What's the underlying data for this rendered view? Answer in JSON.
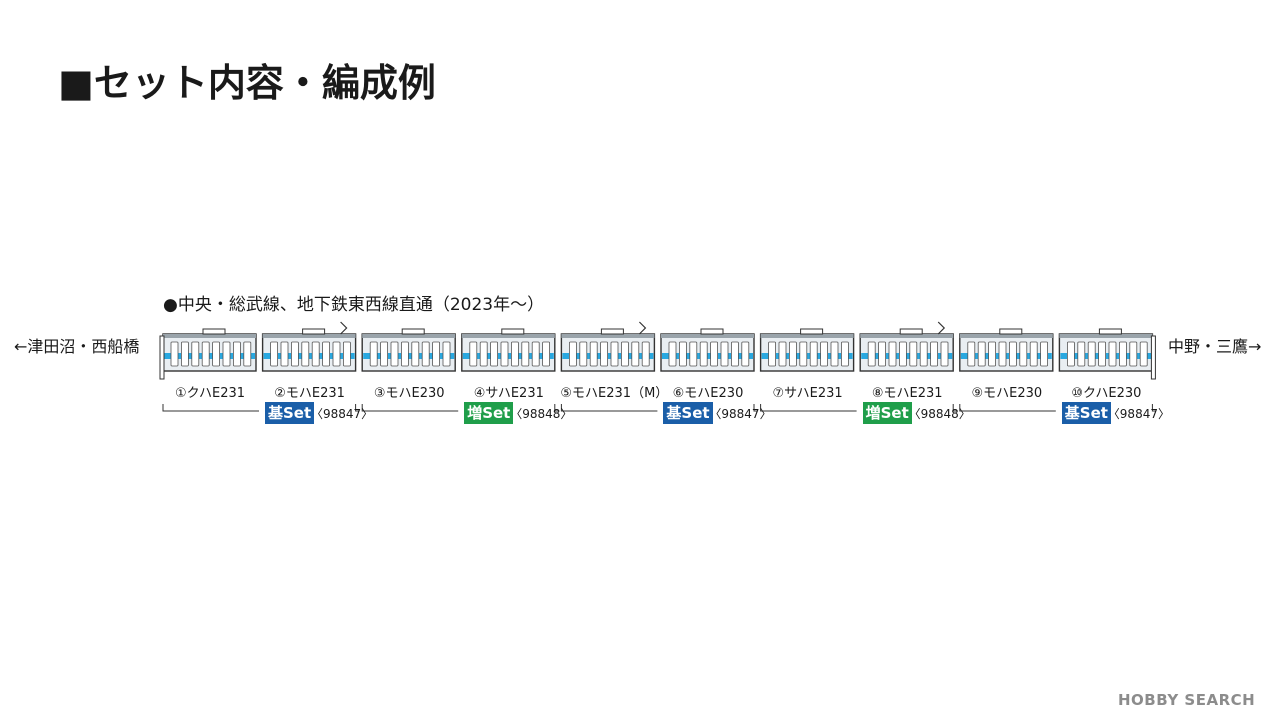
{
  "title": "■セット内容・編成例",
  "route_title": "●中央・総武線、地下鉄東西線直通（2023年～）",
  "direction_left": "←津田沼・西船橋",
  "direction_right": "中野・三鷹→",
  "colors": {
    "car_stripe": "#29a8e0",
    "car_body": "#e9eef2",
    "base_set_badge": "#1a5ea8",
    "add_set_badge": "#1f9e4a",
    "outline": "#333333"
  },
  "cars": [
    {
      "label": "①クハE231",
      "pantograph": false
    },
    {
      "label": "②モハE231",
      "pantograph": true
    },
    {
      "label": "③モハE230",
      "pantograph": false
    },
    {
      "label": "④サハE231",
      "pantograph": false
    },
    {
      "label": "⑤モハE231（M）",
      "pantograph": true
    },
    {
      "label": "⑥モハE230",
      "pantograph": false
    },
    {
      "label": "⑦サハE231",
      "pantograph": false
    },
    {
      "label": "⑧モハE231",
      "pantograph": true
    },
    {
      "label": "⑨モハE230",
      "pantograph": false
    },
    {
      "label": "⑩クハE230",
      "pantograph": false
    }
  ],
  "sets": [
    {
      "badge": "基Set",
      "number": "〈98847〉",
      "kind": "base"
    },
    {
      "badge": "増Set",
      "number": "〈98848〉",
      "kind": "add"
    },
    {
      "badge": "基Set",
      "number": "〈98847〉",
      "kind": "base"
    },
    {
      "badge": "増Set",
      "number": "〈98848〉",
      "kind": "add"
    },
    {
      "badge": "基Set",
      "number": "〈98847〉",
      "kind": "base"
    }
  ],
  "watermark": "HOBBY SEARCH"
}
